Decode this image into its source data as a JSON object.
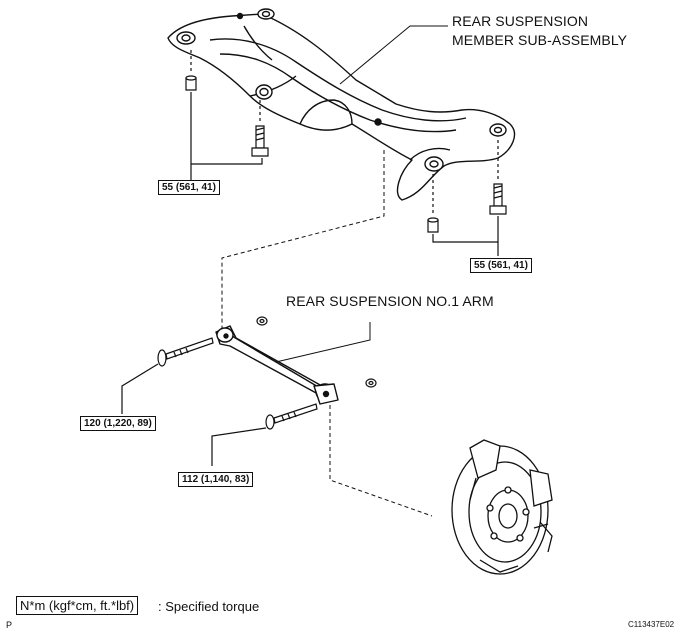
{
  "callouts": {
    "member": [
      "REAR SUSPENSION",
      "MEMBER SUB-ASSEMBLY"
    ],
    "arm": "REAR SUSPENSION NO.1 ARM"
  },
  "torques": {
    "member_left": "55 (561, 41)",
    "member_right": "55 (561, 41)",
    "arm_front": "120 (1,220, 89)",
    "arm_rear": "112 (1,140, 83)"
  },
  "legend": {
    "unit_box": "N*m (kgf*cm, ft.*lbf)",
    "text": ": Specified torque"
  },
  "corner": {
    "left": "P",
    "right": "C113437E02"
  }
}
